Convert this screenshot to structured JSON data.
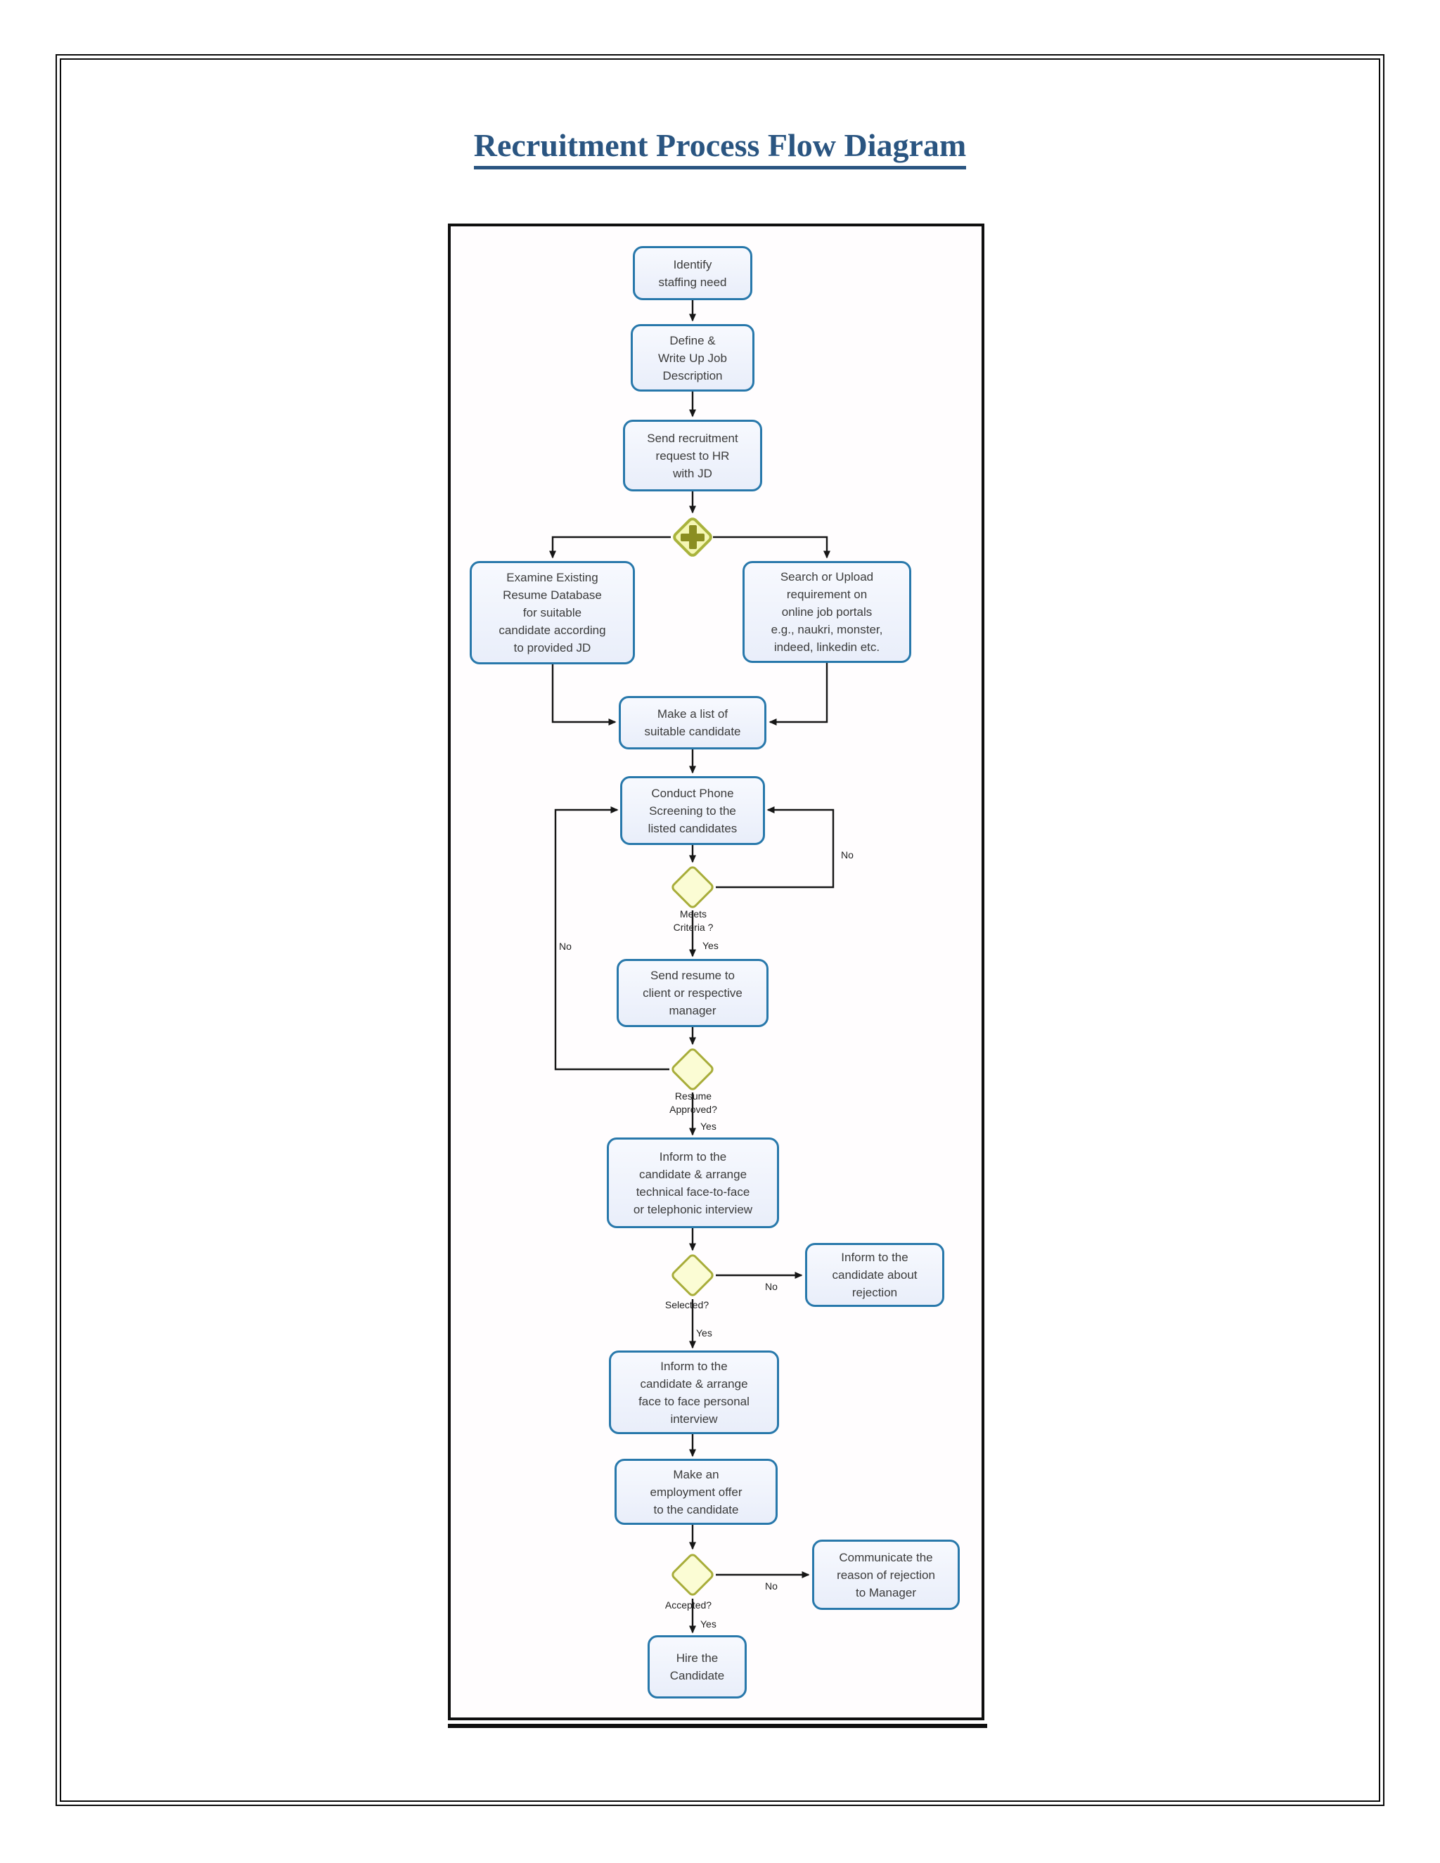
{
  "title": "Recruitment Process Flow Diagram",
  "diagram": {
    "type": "flowchart",
    "nodes": [
      {
        "id": "identify",
        "type": "process",
        "label": "Identify\nstaffing need"
      },
      {
        "id": "define-jd",
        "type": "process",
        "label": "Define &\nWrite Up Job\nDescription"
      },
      {
        "id": "send-hr",
        "type": "process",
        "label": "Send recruitment\nrequest to HR\nwith JD"
      },
      {
        "id": "examine-db",
        "type": "process",
        "label": "Examine Existing\nResume Database\nfor suitable\ncandidate according\nto provided JD"
      },
      {
        "id": "search-portals",
        "type": "process",
        "label": "Search or Upload\nrequirement on\nonline job portals\ne.g., naukri, monster,\nindeed, linkedin etc."
      },
      {
        "id": "make-list",
        "type": "process",
        "label": "Make a list of\nsuitable candidate"
      },
      {
        "id": "phone-screening",
        "type": "process",
        "label": "Conduct Phone\nScreening to the\nlisted candidates"
      },
      {
        "id": "send-resume",
        "type": "process",
        "label": "Send resume to\nclient or respective\nmanager"
      },
      {
        "id": "arrange-technical",
        "type": "process",
        "label": "Inform to the\ncandidate & arrange\ntechnical face-to-face\nor telephonic interview"
      },
      {
        "id": "reject-inform",
        "type": "process",
        "label": "Inform to the\ncandidate  about\nrejection"
      },
      {
        "id": "arrange-personal",
        "type": "process",
        "label": "Inform to the\ncandidate & arrange\nface to face personal\ninterview"
      },
      {
        "id": "make-offer",
        "type": "process",
        "label": "Make an\nemployment offer\nto the candidate"
      },
      {
        "id": "communicate-rejection",
        "type": "process",
        "label": "Communicate the\nreason of rejection\nto Manager"
      },
      {
        "id": "hire",
        "type": "process",
        "label": "Hire the\nCandidate"
      }
    ],
    "gateway": {
      "id": "parallel-gateway",
      "type": "parallel-split",
      "symbol": "+"
    },
    "decisions": [
      {
        "id": "meets-criteria",
        "label": "Meets\nCriteria ?"
      },
      {
        "id": "resume-approved",
        "label": "Resume\nApproved?"
      },
      {
        "id": "selected",
        "label": "Selected?"
      },
      {
        "id": "accepted",
        "label": "Accepted?"
      }
    ],
    "edges": [
      {
        "from": "identify",
        "to": "define-jd"
      },
      {
        "from": "define-jd",
        "to": "send-hr"
      },
      {
        "from": "send-hr",
        "to": "parallel-gateway"
      },
      {
        "from": "parallel-gateway",
        "to": "examine-db"
      },
      {
        "from": "parallel-gateway",
        "to": "search-portals"
      },
      {
        "from": "examine-db",
        "to": "make-list"
      },
      {
        "from": "search-portals",
        "to": "make-list"
      },
      {
        "from": "make-list",
        "to": "phone-screening"
      },
      {
        "from": "phone-screening",
        "to": "meets-criteria"
      },
      {
        "from": "meets-criteria",
        "to": "send-resume",
        "label": "Yes"
      },
      {
        "from": "meets-criteria",
        "to": "phone-screening",
        "label": "No"
      },
      {
        "from": "send-resume",
        "to": "resume-approved"
      },
      {
        "from": "resume-approved",
        "to": "arrange-technical",
        "label": "Yes"
      },
      {
        "from": "resume-approved",
        "to": "phone-screening",
        "label": "No"
      },
      {
        "from": "arrange-technical",
        "to": "selected"
      },
      {
        "from": "selected",
        "to": "arrange-personal",
        "label": "Yes"
      },
      {
        "from": "selected",
        "to": "reject-inform",
        "label": "No"
      },
      {
        "from": "arrange-personal",
        "to": "make-offer"
      },
      {
        "from": "make-offer",
        "to": "accepted"
      },
      {
        "from": "accepted",
        "to": "hire",
        "label": "Yes"
      },
      {
        "from": "accepted",
        "to": "communicate-rejection",
        "label": "No"
      }
    ],
    "colors": {
      "process_border": "#2878ab",
      "process_fill": "#edf1fb",
      "decision_border": "#a8ad3a",
      "decision_fill": "#fbfcd4",
      "gateway_fill": "#f5f7b4",
      "gateway_plus": "#8b8e21",
      "connector": "#161616",
      "title": "#2a5581"
    }
  }
}
